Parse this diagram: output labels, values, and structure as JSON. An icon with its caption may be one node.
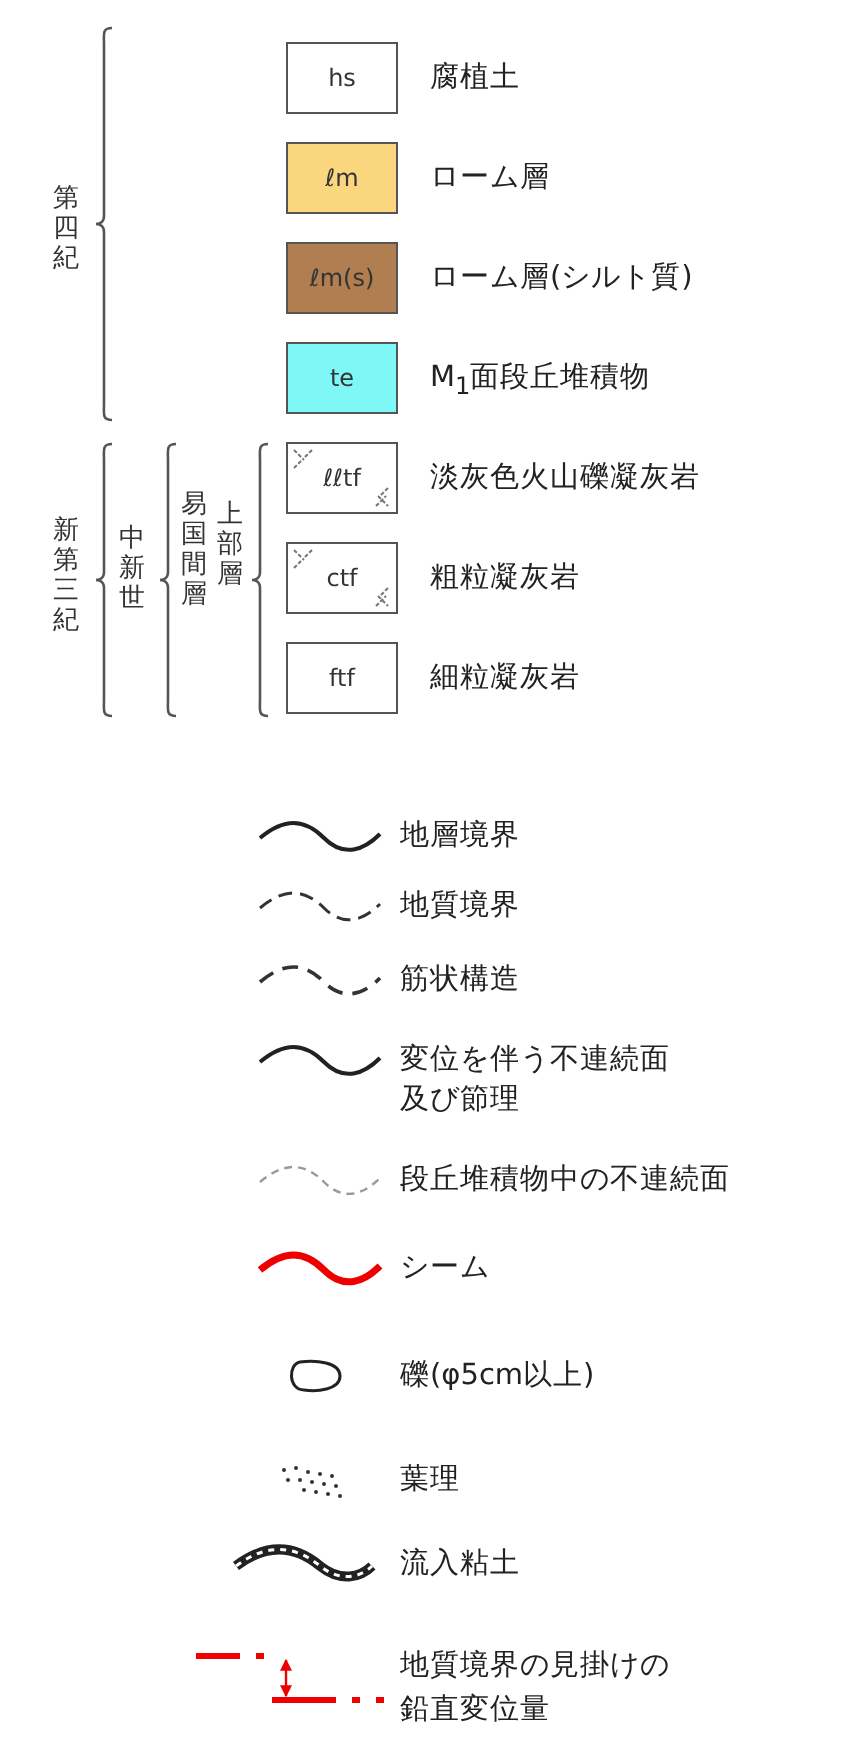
{
  "diagram": {
    "labels": [
      "hs",
      "ℓm",
      "ℓm(s)",
      "te",
      "第四紀",
      "ℓℓtf",
      "ctf",
      "ftf",
      "新第三紀",
      "中新世",
      "易国間層",
      "上部層"
    ],
    "legend": [
      {
        "text": "腐植土",
        "color": "#ffffff"
      },
      {
        "text": "ローム層",
        "color": "#fad77f"
      },
      {
        "text": "ローム層(シルト質)",
        "color": "#b07e50"
      },
      {
        "text": "M$_{1}$面段丘堆積物",
        "color": "#80f7f7"
      },
      {
        "text": "淡灰色火山礫凝灰岩"
      },
      {
        "text": "粗粒凝灰岩"
      },
      {
        "text": "細粒凝灰岩",
        "color": "#ffffff"
      },
      {
        "text": "地層境界"
      },
      {
        "text": "地質境界"
      },
      {
        "text": "筋状構造"
      },
      {
        "text": "変位を伴う不連続面及び節理"
      },
      {
        "text": "段丘堆積物中の不連続面"
      },
      {
        "text": "シーム"
      },
      {
        "text": "礫(φ5cm以上)"
      },
      {
        "text": "葉理"
      },
      {
        "text": "流入粘土"
      },
      {
        "text": "地質境界の見掛けの鉛直変位量"
      }
    ]
  }
}
